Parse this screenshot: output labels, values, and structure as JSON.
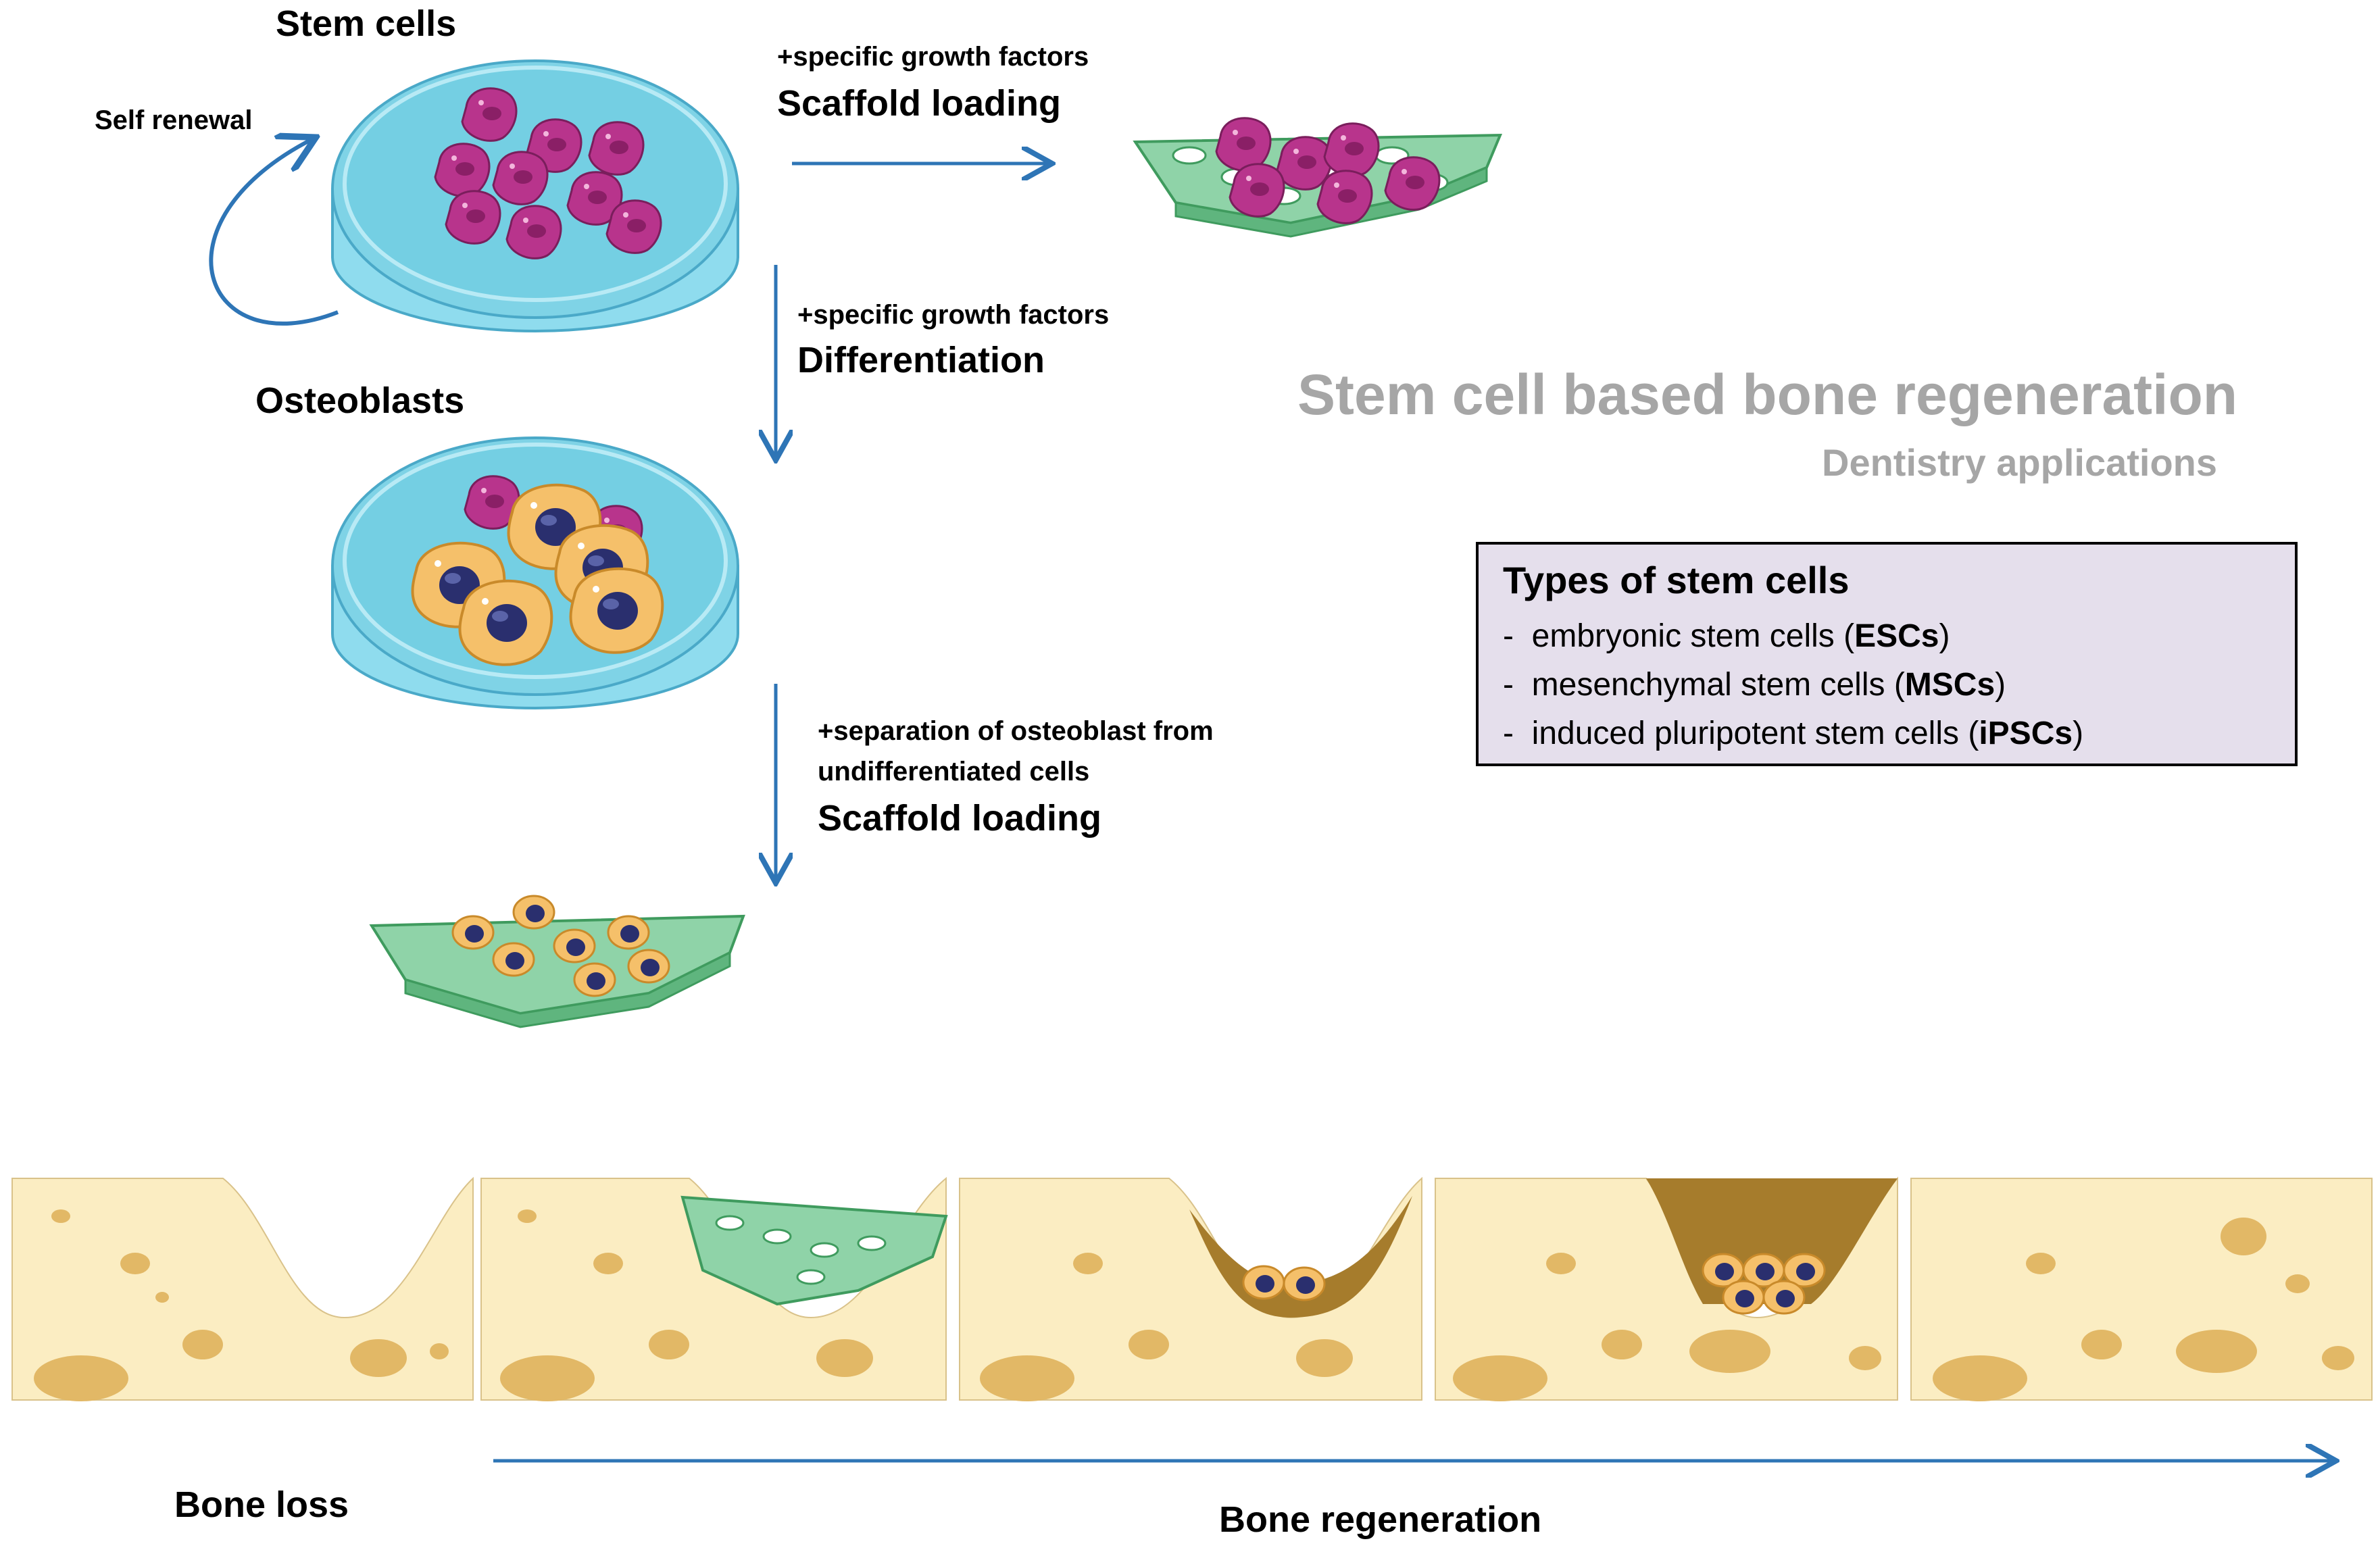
{
  "labels": {
    "stem_cells": "Stem cells",
    "self_renewal": "Self renewal",
    "growth_factors_1": "+specific growth factors",
    "scaffold_loading_1": "Scaffold loading",
    "growth_factors_2": "+specific growth factors",
    "differentiation": "Differentiation",
    "osteoblasts": "Osteoblasts",
    "separation_line1": "+separation of osteoblast from",
    "separation_line2": "undifferentiated cells",
    "scaffold_loading_2": "Scaffold loading",
    "bone_loss": "Bone loss",
    "bone_regeneration": "Bone regeneration"
  },
  "title": {
    "main": "Stem cell based bone regeneration",
    "sub": "Dentistry applications"
  },
  "types_box": {
    "heading": "Types of stem cells",
    "items": [
      {
        "dash": "-",
        "text": "embryonic stem cells (",
        "abbr": "ESCs",
        "close": ")"
      },
      {
        "dash": "-",
        "text": "mesenchymal stem cells (",
        "abbr": "MSCs",
        "close": ")"
      },
      {
        "dash": "-",
        "text": "induced pluripotent stem cells (",
        "abbr": "iPSCs",
        "close": ")"
      }
    ]
  },
  "colors": {
    "arrow": "#2e75b6",
    "dish_fill": "#7fd3e6",
    "dish_rim": "#a8e4f2",
    "stem_cell": "#b8348c",
    "stem_nucleus": "#8a1f66",
    "osteoblast": "#f5c06a",
    "osteo_nucleus": "#2a2f6e",
    "scaffold": "#8fd3a8",
    "scaffold_edge": "#3f9b5e",
    "bone": "#fbedc2",
    "bone_spot": "#e2b866",
    "new_bone": "#a67c2c",
    "box_fill": "#e5dfec",
    "title_gray": "#a6a6a6"
  },
  "icons": [
    "petri-dish-icon",
    "scaffold-icon",
    "bone-panel-icon",
    "arrow-icon"
  ]
}
